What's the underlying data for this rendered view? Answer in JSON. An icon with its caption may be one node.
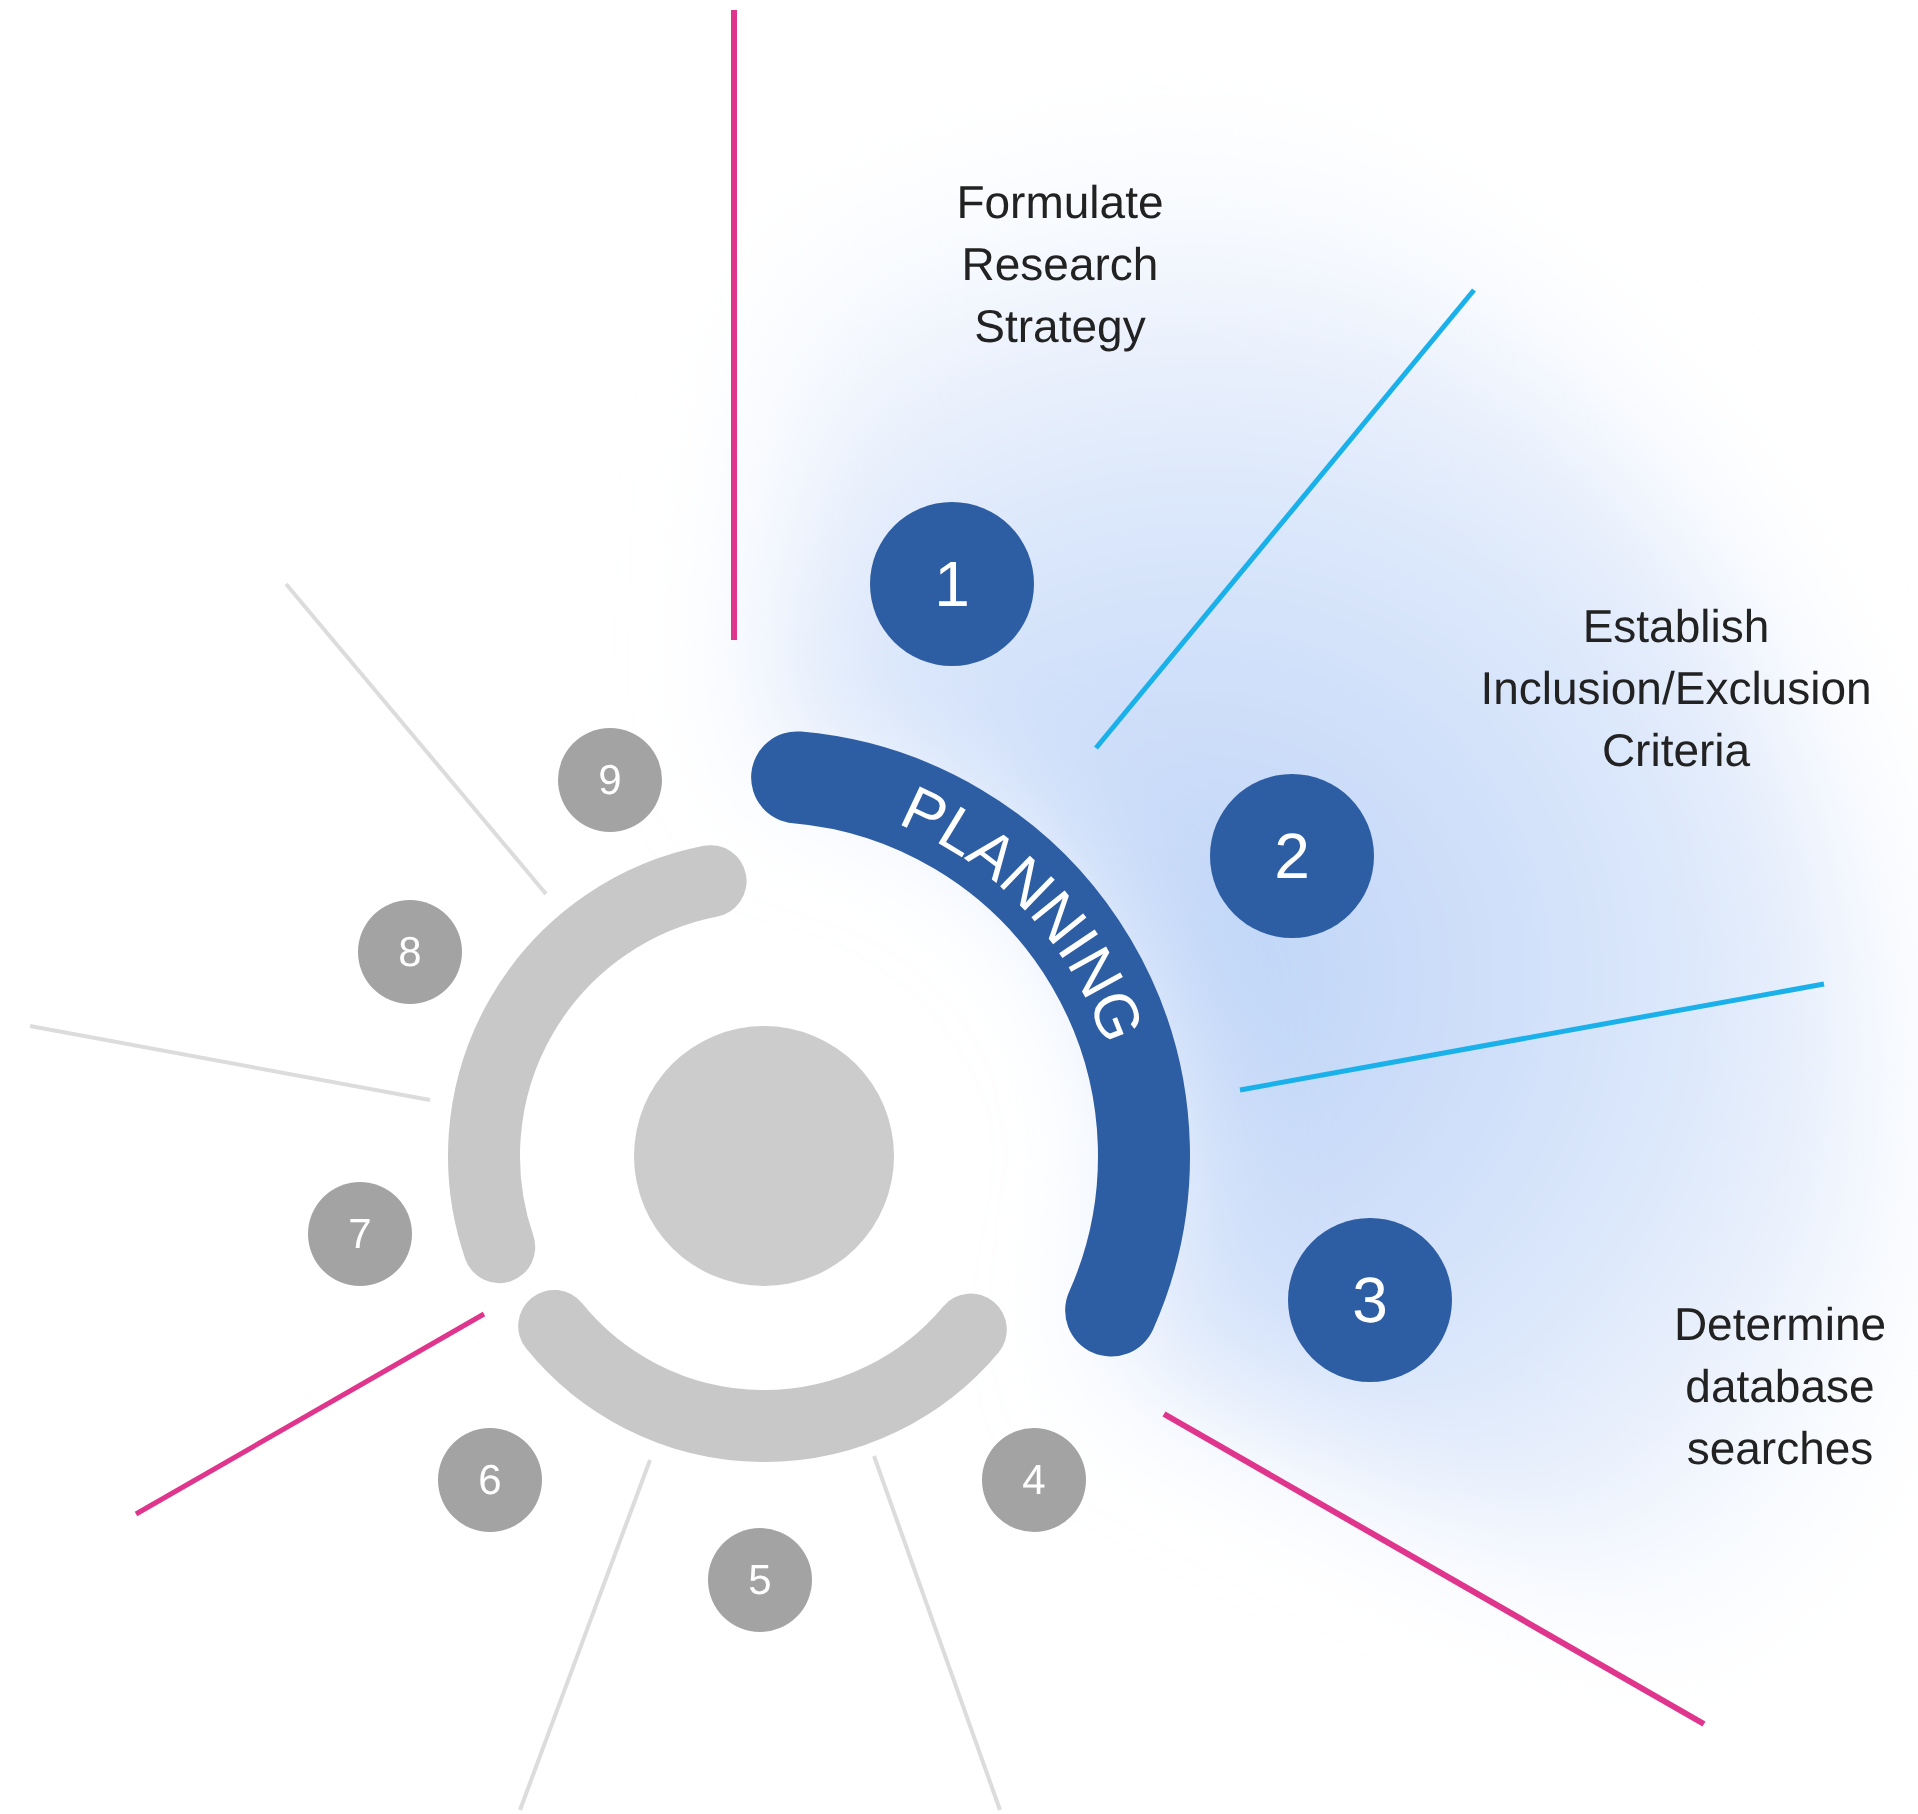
{
  "diagram": {
    "nodes": [
      {
        "text": [
          "PLANNING"
        ]
      },
      {
        "text": [
          "1"
        ]
      },
      {
        "text": [
          "2"
        ]
      },
      {
        "text": [
          "3"
        ]
      },
      {
        "text": [
          "4"
        ]
      },
      {
        "text": [
          "5"
        ]
      },
      {
        "text": [
          "6"
        ]
      },
      {
        "text": [
          "7"
        ]
      },
      {
        "text": [
          "8"
        ]
      },
      {
        "text": [
          "9"
        ]
      },
      {
        "text": [],
        "shape": "circle"
      }
    ],
    "labels": [
      "Formulate Research Strategy",
      "Establish Inclusion/Exclusion Criteria",
      "Determine database searches"
    ]
  }
}
